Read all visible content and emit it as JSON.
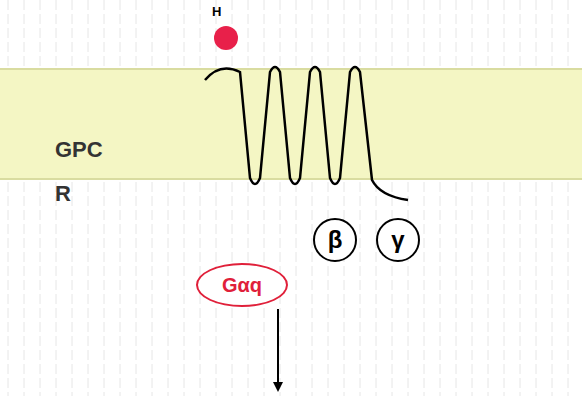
{
  "diagram": {
    "nodes": [
      {
        "text": [
          "H"
        ]
      },
      {
        "text": [
          "GPC R"
        ]
      },
      {
        "text": [
          "β"
        ]
      },
      {
        "text": [
          "γ"
        ]
      },
      {
        "text": [
          "Gαq"
        ]
      }
    ]
  }
}
